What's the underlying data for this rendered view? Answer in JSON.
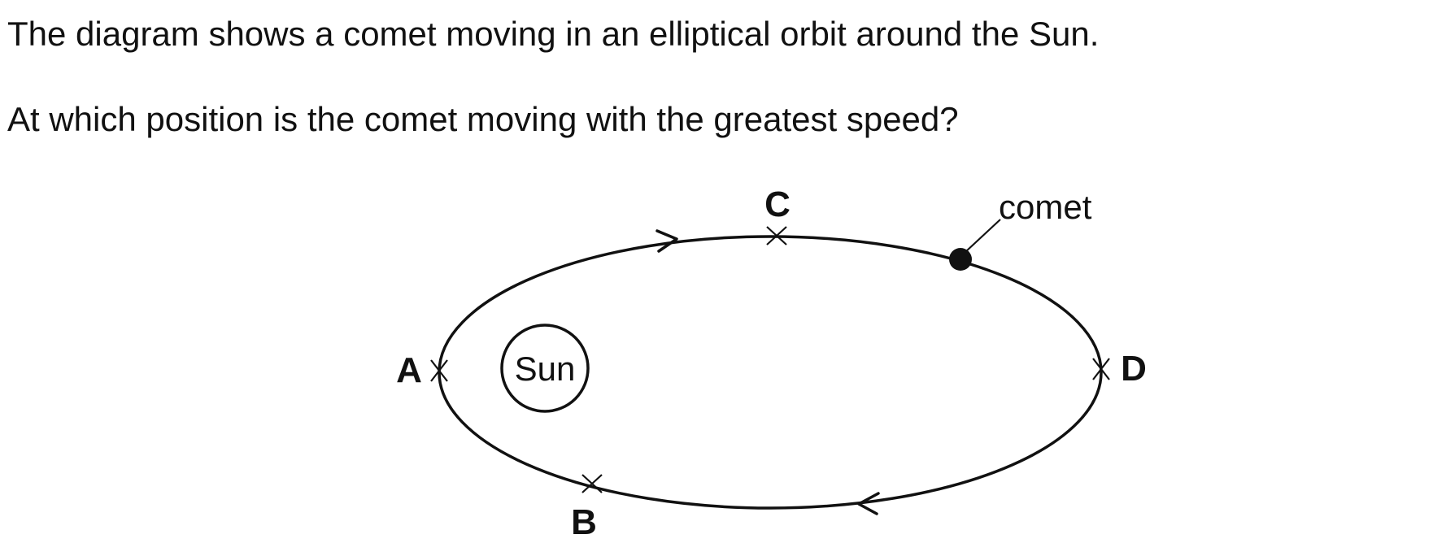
{
  "question": {
    "intro": "The diagram shows a comet moving in an elliptical orbit around the Sun.",
    "prompt": "At which position is the comet moving with the greatest speed?"
  },
  "diagram": {
    "sun_label": "Sun",
    "comet_label": "comet",
    "positions": {
      "a": "A",
      "b": "B",
      "c": "C",
      "d": "D"
    },
    "line_color": "#111111"
  }
}
